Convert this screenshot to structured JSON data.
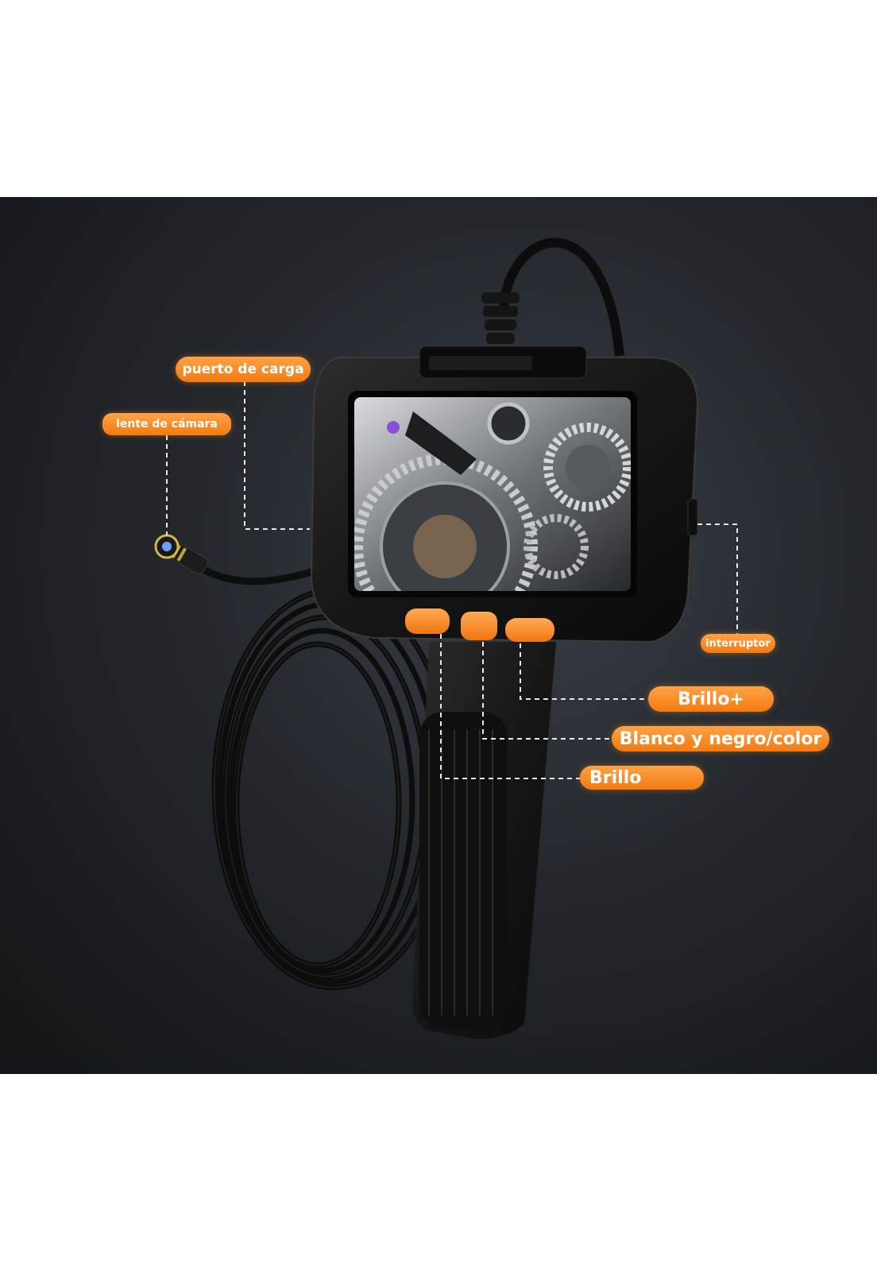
{
  "labels": {
    "charging_port": "puerto de carga",
    "camera_lens": "lente de cámara",
    "switch": "interruptor",
    "brightness_plus": "Brillo+",
    "bw_color": "Blanco y negro/color",
    "brightness": "Brillo"
  },
  "colors": {
    "accent": "#f37a12",
    "background": "#24282d",
    "device": "#1a1a1a"
  }
}
